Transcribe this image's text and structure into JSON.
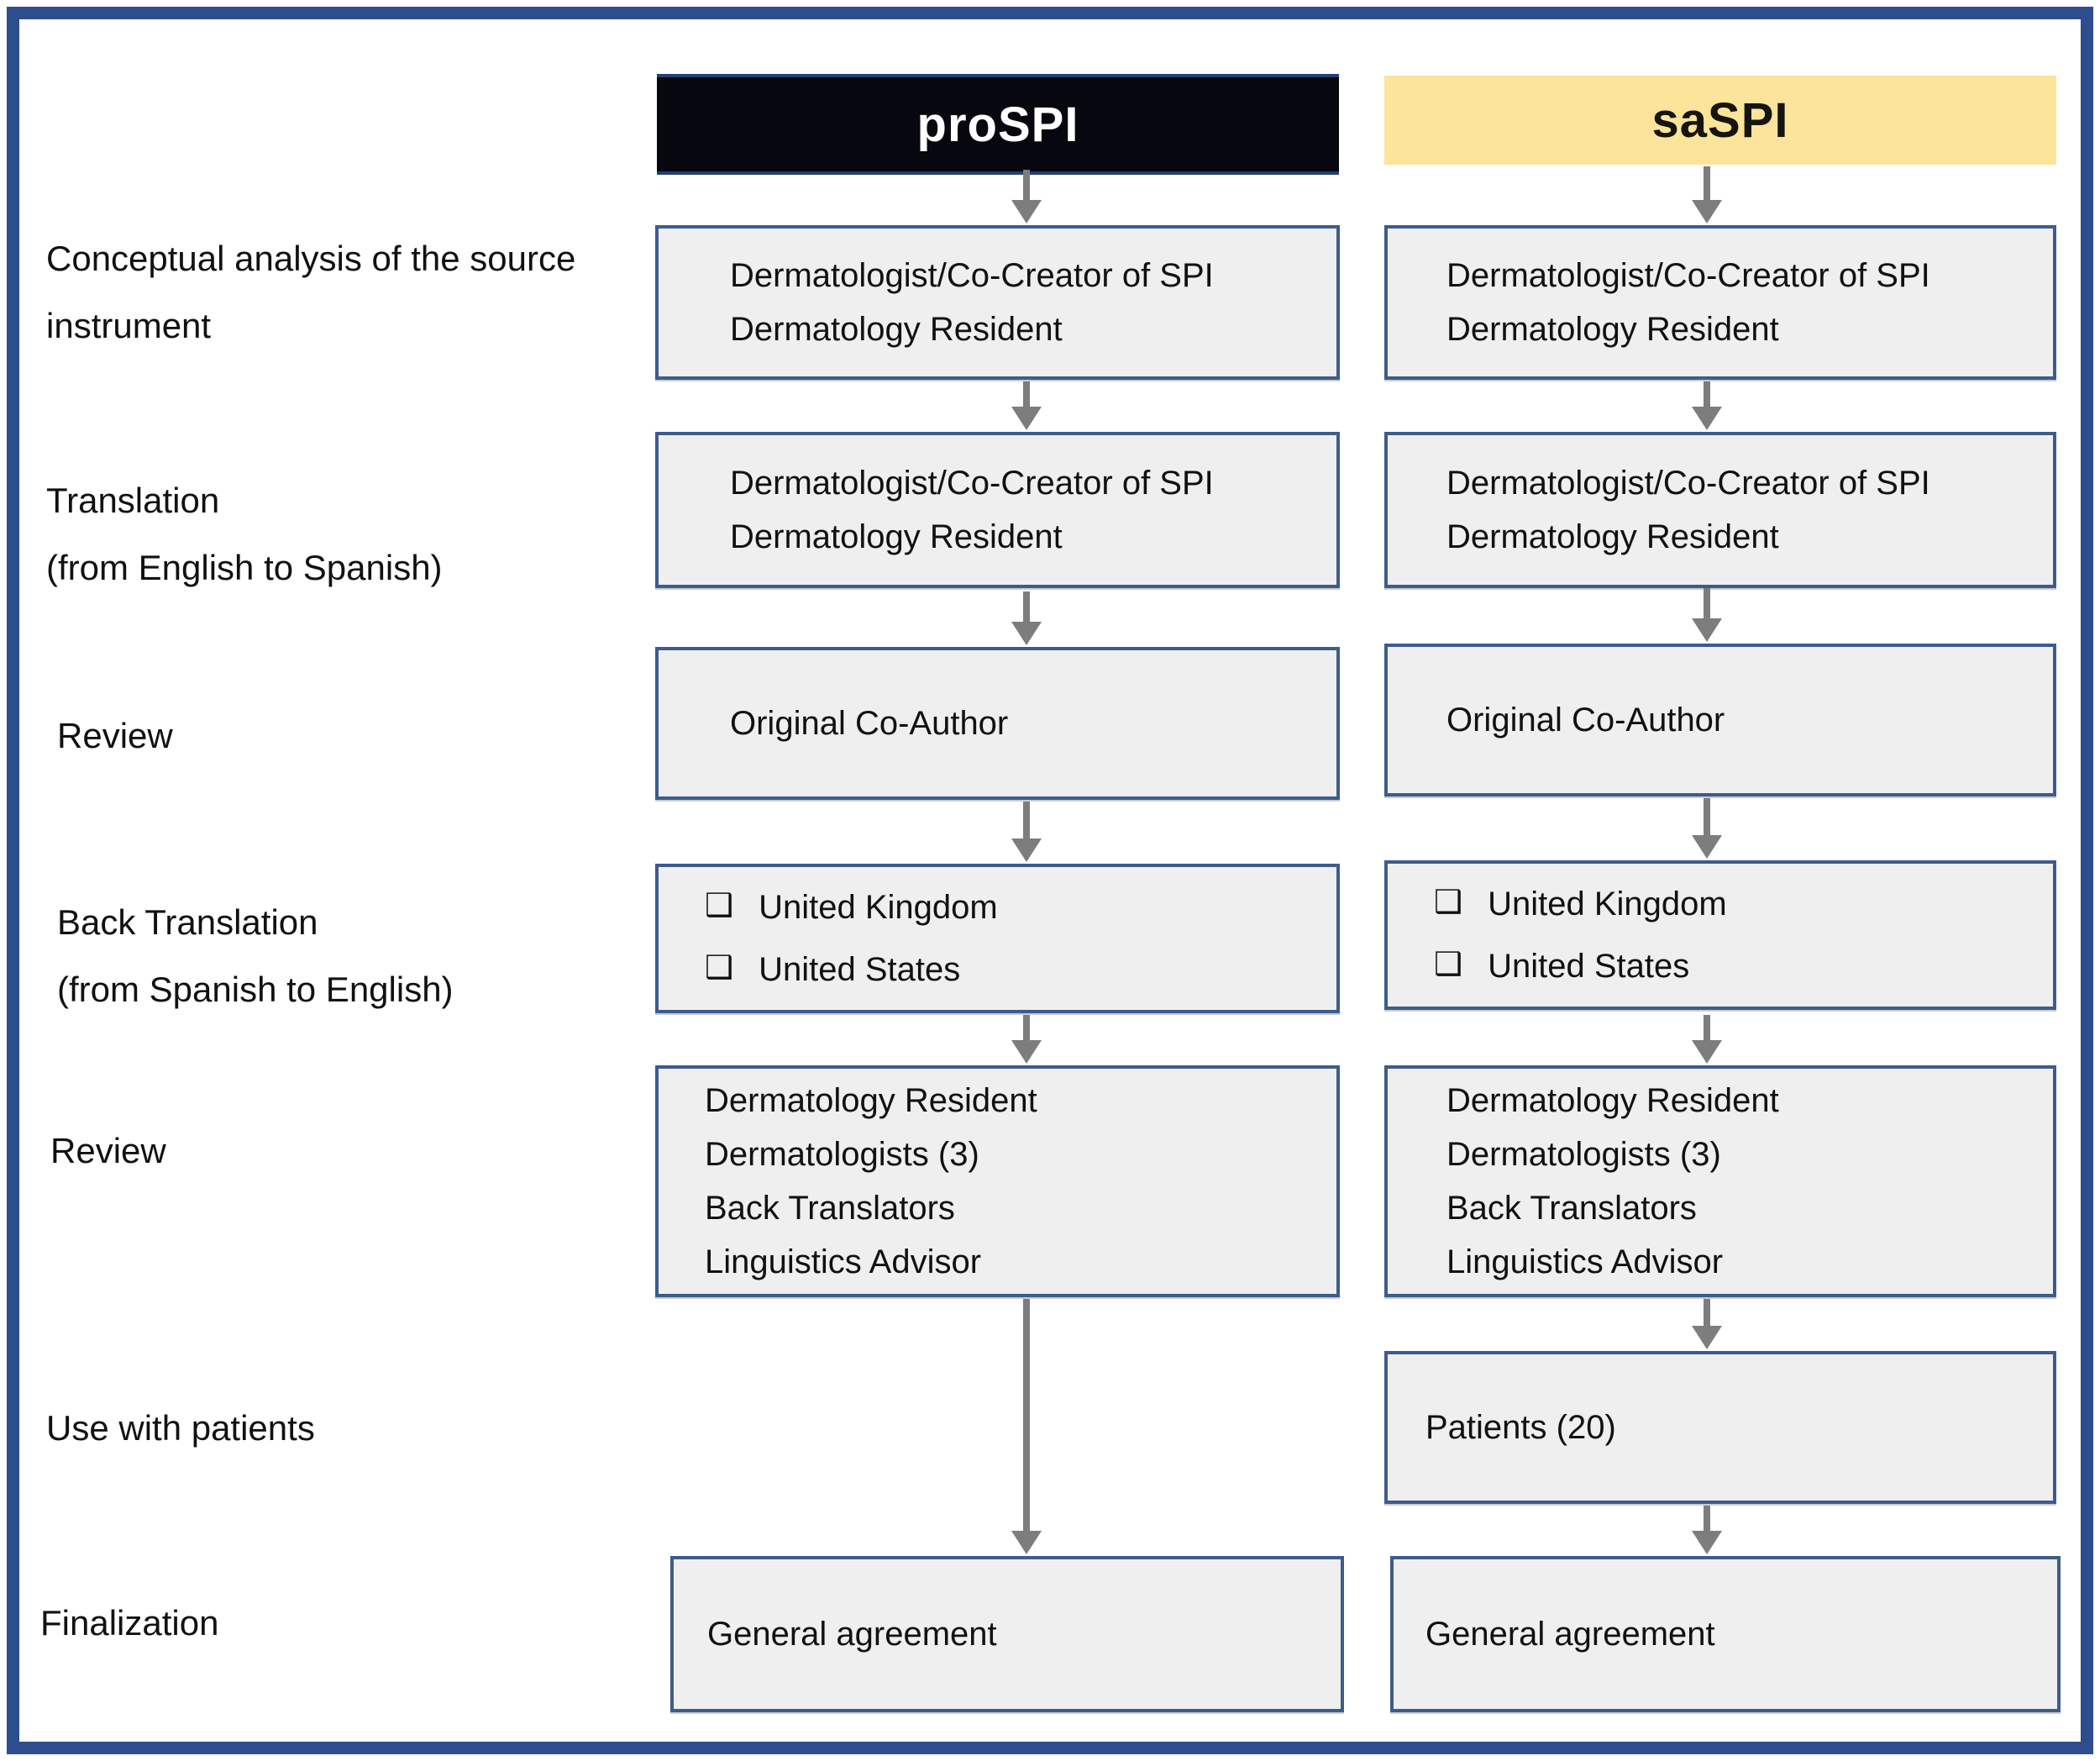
{
  "colors": {
    "outer_border": "#2d4d8e",
    "box_border": "#3d5c8c",
    "box_fill": "#efeff0",
    "pro_header_bg": "#07070f",
    "pro_header_fg": "#ffffff",
    "sa_header_bg": "#fce49a",
    "sa_header_fg": "#15150f",
    "arrow": "#7d7d7d",
    "text": "#111111"
  },
  "glyphs": {
    "checkbox": "❑"
  },
  "headers": {
    "pro": "proSPI",
    "sa": "saSPI"
  },
  "stages": [
    "Conceptual analysis of the source\ninstrument",
    "Translation\n(from English to Spanish)",
    "Review",
    "Back Translation\n(from Spanish to English)",
    "Review",
    "Use with patients",
    "Finalization"
  ],
  "pro": {
    "conceptual": "Dermatologist/Co-Creator of SPI\nDermatology Resident",
    "translation": "Dermatologist/Co-Creator of SPI\nDermatology Resident",
    "review": "Original Co-Author",
    "back_translation_items": [
      "United Kingdom",
      "United States"
    ],
    "review2": "Dermatology Resident\nDermatologists (3)\nBack Translators\nLinguistics Advisor",
    "finalization": "General agreement"
  },
  "sa": {
    "conceptual": "Dermatologist/Co-Creator of SPI\nDermatology Resident",
    "translation": "Dermatologist/Co-Creator of SPI\nDermatology Resident",
    "review": "Original Co-Author",
    "back_translation_items": [
      "United Kingdom",
      "United States"
    ],
    "review2": "Dermatology Resident\nDermatologists (3)\nBack Translators\nLinguistics Advisor",
    "patients": "Patients (20)",
    "finalization": "General agreement"
  }
}
